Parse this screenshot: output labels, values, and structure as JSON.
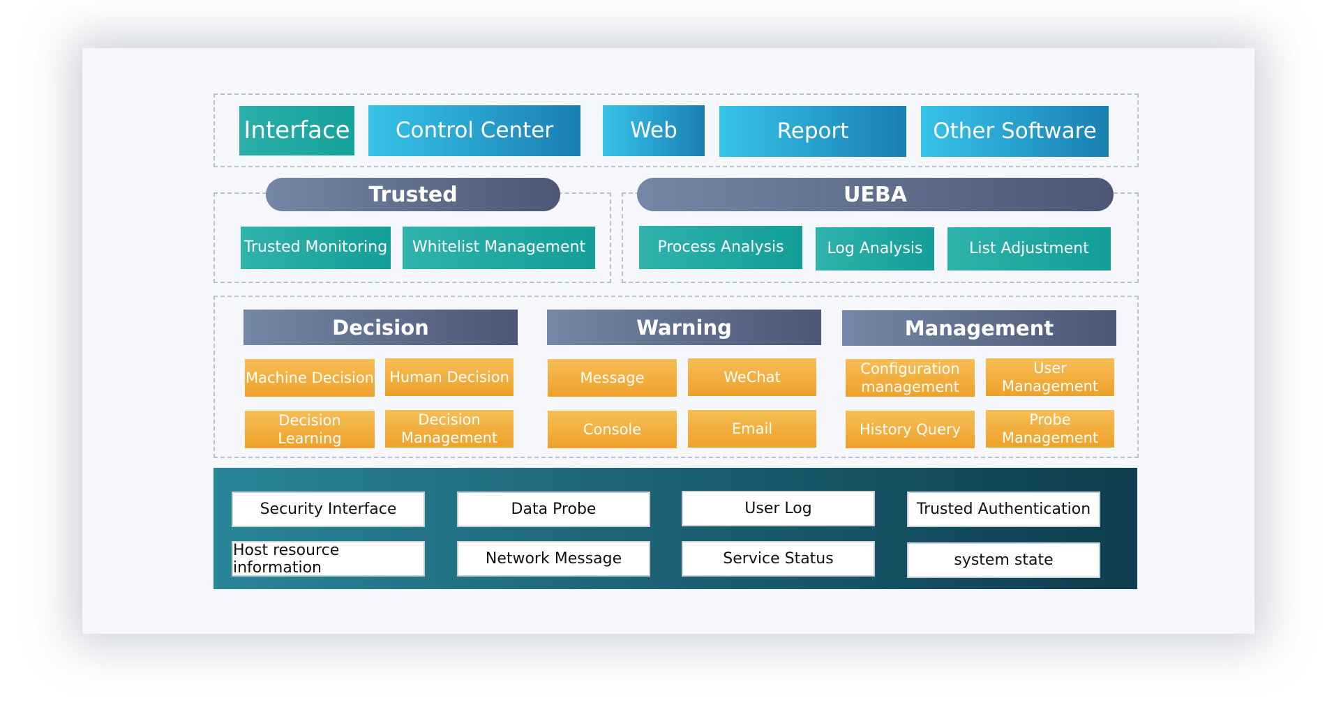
{
  "interface_layer": {
    "interface": "Interface",
    "control_center": "Control Center",
    "web": "Web",
    "report": "Report",
    "other_software": "Other Software"
  },
  "trusted": {
    "title": "Trusted",
    "items": [
      "Trusted Monitoring",
      "Whitelist Management"
    ]
  },
  "ueba": {
    "title": "UEBA",
    "items": [
      "Process Analysis",
      "Log Analysis",
      "List Adjustment"
    ]
  },
  "decision": {
    "title": "Decision",
    "items": [
      "Machine Decision",
      "Human Decision",
      "Decision Learning",
      "Decision Management"
    ]
  },
  "warning": {
    "title": "Warning",
    "items": [
      "Message",
      "WeChat",
      "Console",
      "Email"
    ]
  },
  "management": {
    "title": "Management",
    "items": [
      "Configuration management",
      "User Management",
      "History Query",
      "Probe Management"
    ]
  },
  "data_layer": {
    "items": [
      "Security Interface",
      "Data Probe",
      "User Log",
      "Trusted Authentication",
      "Host resource information",
      "Network Message",
      "Service Status",
      "system state"
    ]
  },
  "colors": {
    "teal": "#16a39c",
    "blue": "#1a7fb3",
    "orange": "#eea12a",
    "slate": "#4d5676",
    "dark_teal": "#0d3d4e"
  }
}
